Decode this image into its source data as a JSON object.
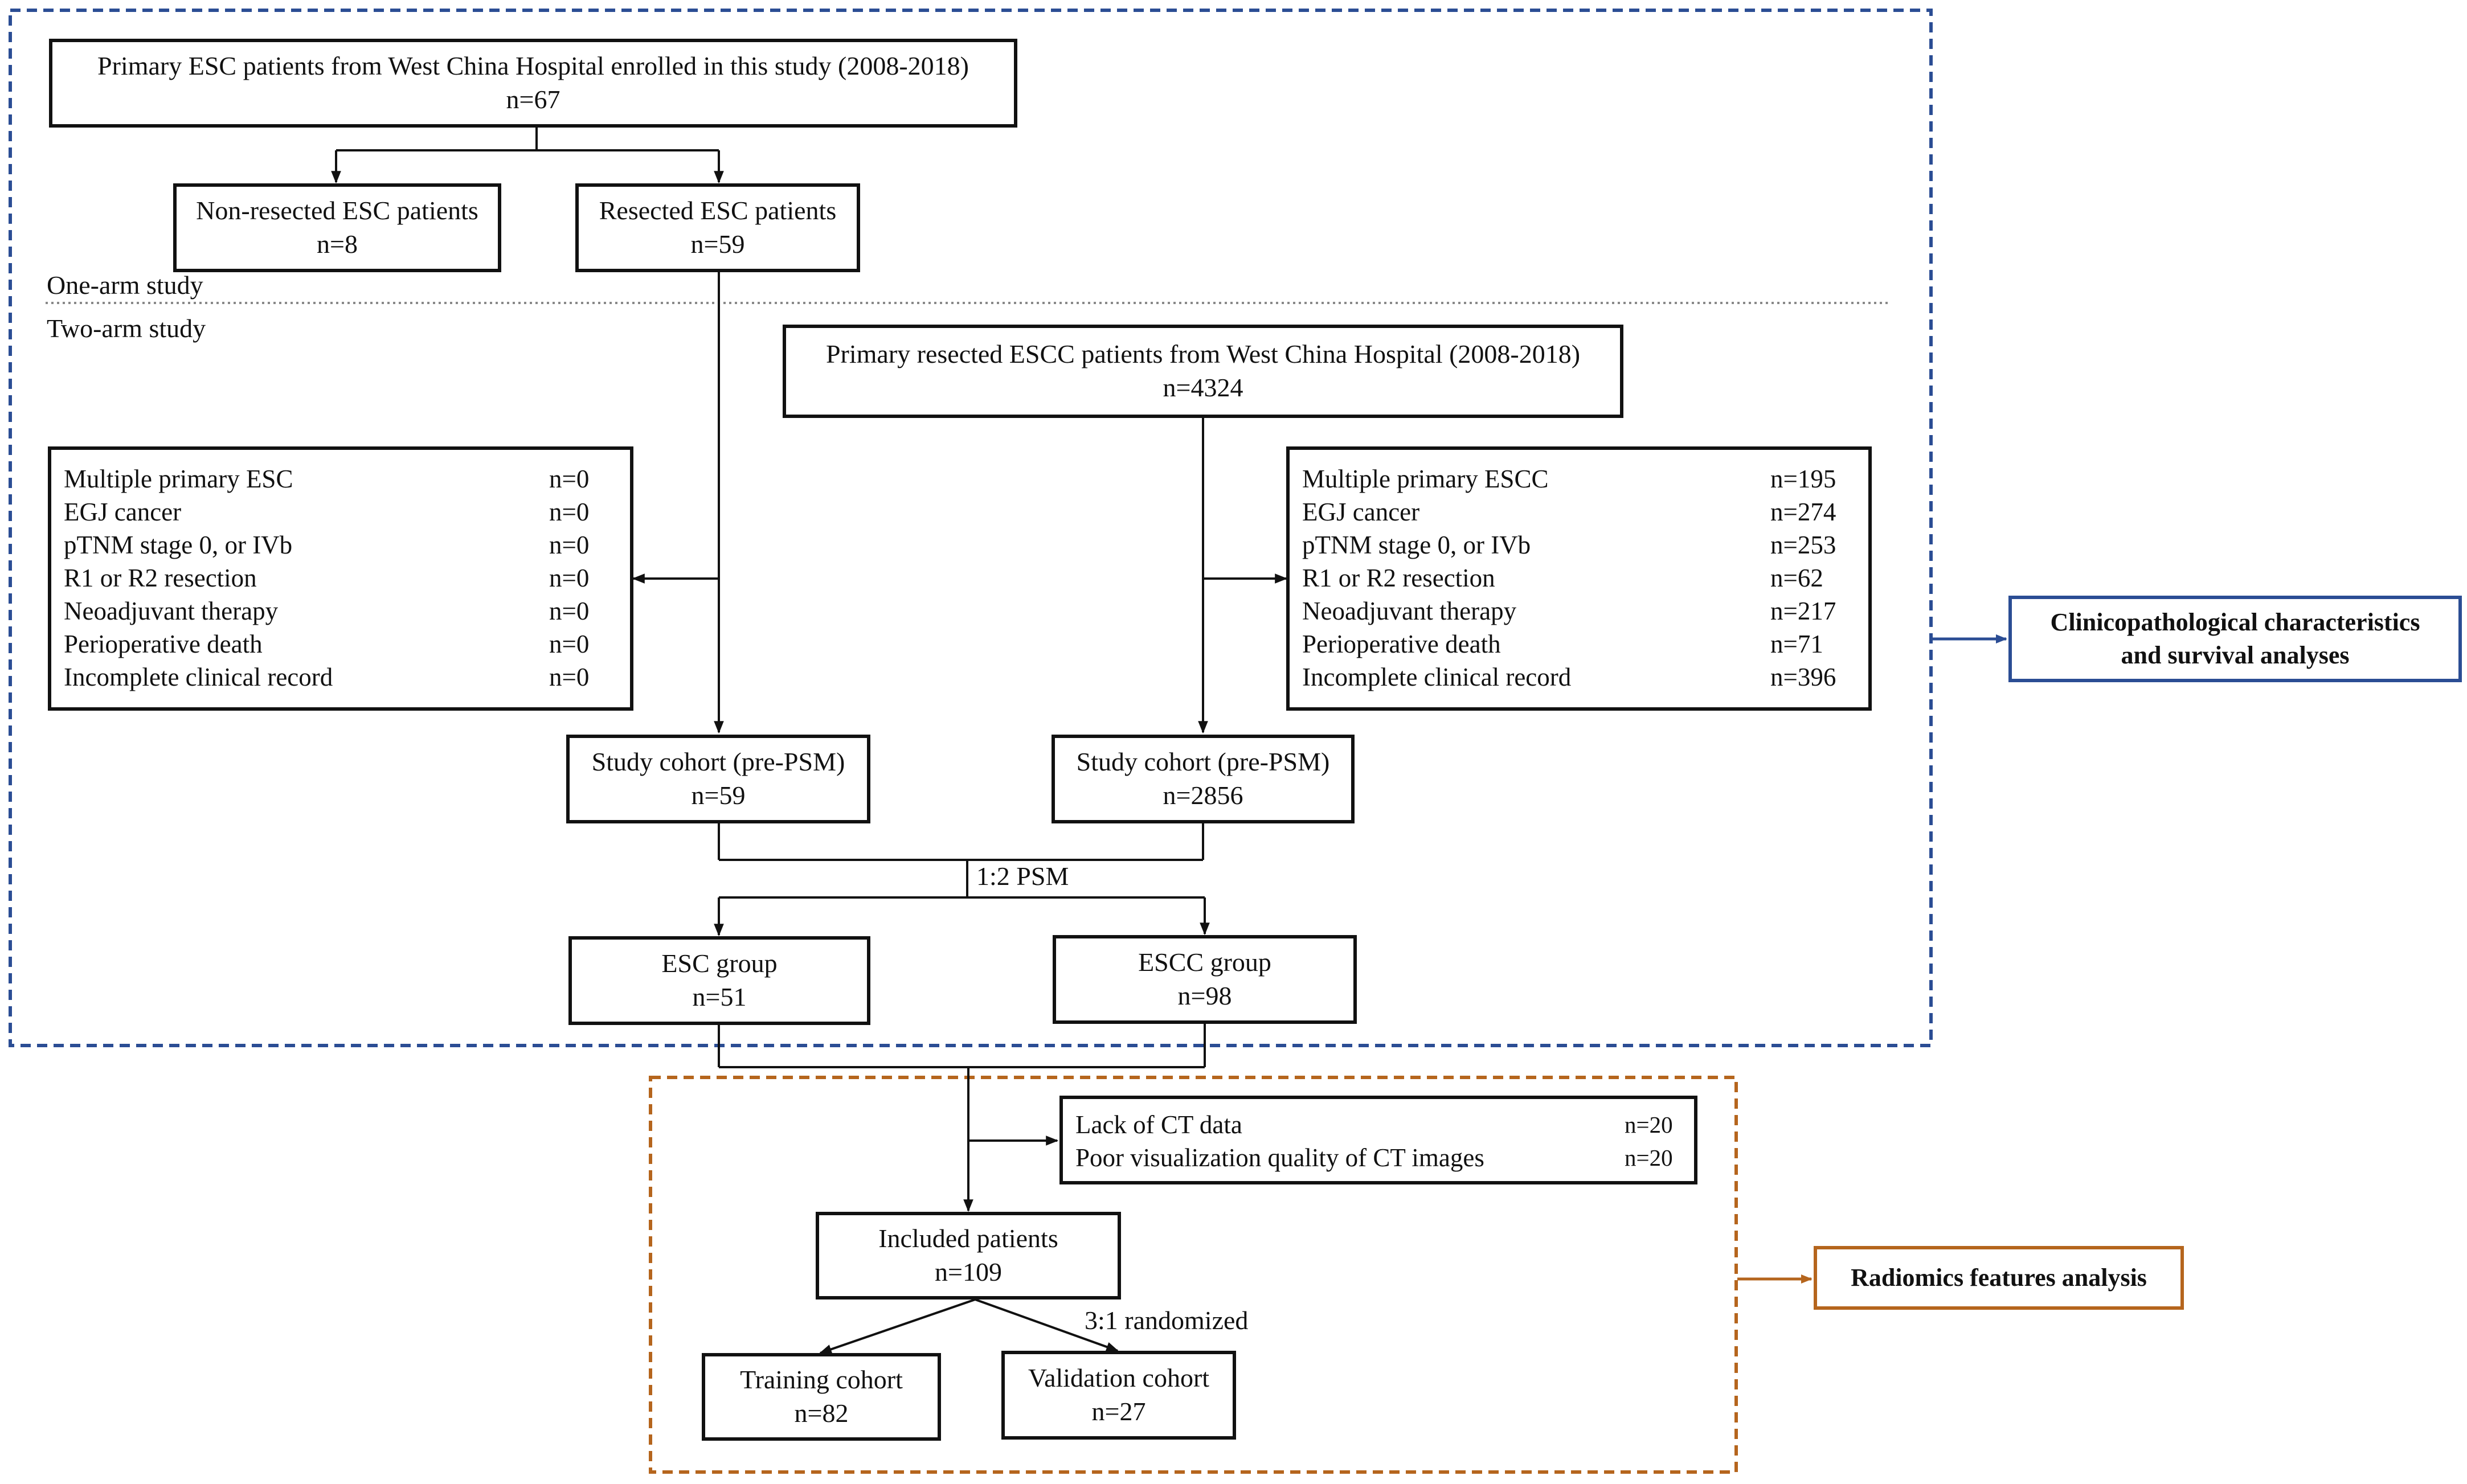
{
  "top": {
    "title": "Primary ESC patients from West China Hospital enrolled in this study (2008-2018)",
    "n": "n=67"
  },
  "nonresected": {
    "title": "Non-resected ESC patients",
    "n": "n=8"
  },
  "resected": {
    "title": "Resected ESC patients",
    "n": "n=59"
  },
  "one_arm": "One-arm study",
  "two_arm": "Two-arm study",
  "escc_source": {
    "title": "Primary resected ESCC patients from West China Hospital (2008-2018)",
    "n": "n=4324"
  },
  "excl_left": [
    {
      "label": "Multiple primary ESC",
      "n": "n=0"
    },
    {
      "label": "EGJ cancer",
      "n": "n=0"
    },
    {
      "label": "pTNM stage 0, or IVb",
      "n": "n=0"
    },
    {
      "label": "R1 or R2 resection",
      "n": "n=0"
    },
    {
      "label": "Neoadjuvant therapy",
      "n": "n=0"
    },
    {
      "label": "Perioperative death",
      "n": "n=0"
    },
    {
      "label": "Incomplete clinical record",
      "n": "n=0"
    }
  ],
  "excl_right": [
    {
      "label": "Multiple primary ESCC",
      "n": "n=195"
    },
    {
      "label": "EGJ cancer",
      "n": "n=274"
    },
    {
      "label": "pTNM stage 0, or IVb",
      "n": "n=253"
    },
    {
      "label": "R1 or R2 resection",
      "n": "n=62"
    },
    {
      "label": "Neoadjuvant therapy",
      "n": "n=217"
    },
    {
      "label": "Perioperative death",
      "n": "n=71"
    },
    {
      "label": "Incomplete clinical record",
      "n": "n=396"
    }
  ],
  "cohort_left": {
    "title": "Study cohort (pre-PSM)",
    "n": "n=59"
  },
  "cohort_right": {
    "title": "Study cohort (pre-PSM)",
    "n": "n=2856"
  },
  "psm": "1:2 PSM",
  "esc_group": {
    "title": "ESC group",
    "n": "n=51"
  },
  "escc_group": {
    "title": "ESCC group",
    "n": "n=98"
  },
  "ct_excl": [
    {
      "label": "Lack of CT data",
      "n": "n=20"
    },
    {
      "label": "Poor visualization quality  of CT images",
      "n": "n=20"
    }
  ],
  "included": {
    "title": "Included patients",
    "n": "n=109"
  },
  "randomized": "3:1 randomized",
  "training": {
    "title": "Training cohort",
    "n": "n=82"
  },
  "validation": {
    "title": "Validation cohort",
    "n": "n=27"
  },
  "clinico": {
    "line1": "Clinicopathological characteristics",
    "line2": "and survival analyses"
  },
  "radiomics": "Radiomics features analysis",
  "colors": {
    "blue_frame": "#2b4d94",
    "orange_frame": "#b5651d",
    "line": "#111111",
    "separator": "#888888"
  }
}
